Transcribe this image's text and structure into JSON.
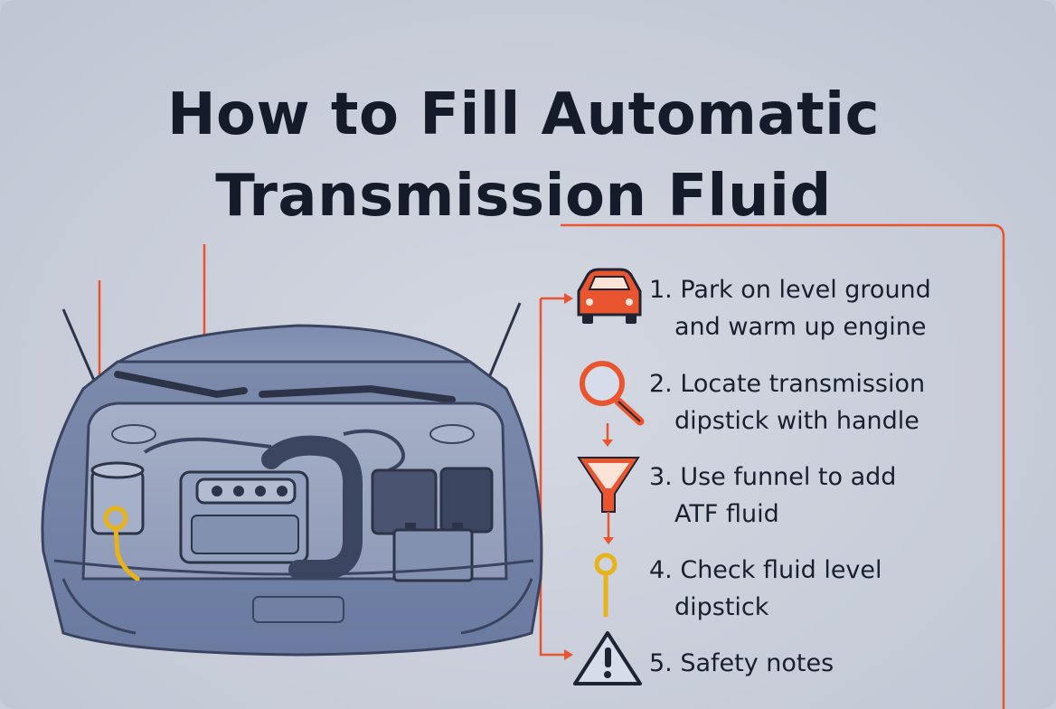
{
  "title": {
    "line1": "How to Fill Automatic",
    "line2": "Transmission Fluid"
  },
  "colors": {
    "accent": "#e8552f",
    "car_body": "#8494b4",
    "engine": "#3b4560",
    "dipstick": "#e7b319",
    "text": "#161b2a"
  },
  "steps": [
    {
      "icon": "car-icon",
      "line1": "1. Park on level ground",
      "line2": "and warm up engine"
    },
    {
      "icon": "magnifier-icon",
      "line1": "2. Locate transmission",
      "line2": "dipstick with handle"
    },
    {
      "icon": "funnel-icon",
      "line1": "3. Use funnel to add",
      "line2": "ATF fluid"
    },
    {
      "icon": "dipstick-icon",
      "line1": "4. Check fluid level",
      "line2": "dipstick"
    },
    {
      "icon": "warning-icon",
      "line1": "5. Safety notes",
      "line2": ""
    }
  ]
}
